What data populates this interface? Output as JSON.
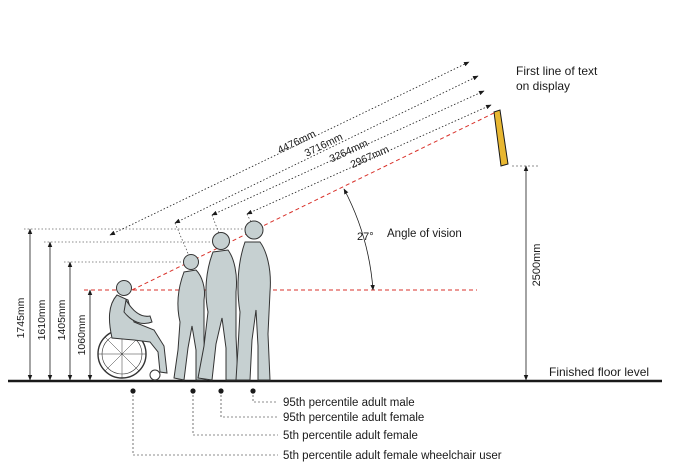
{
  "title_line1": "First line of text",
  "title_line2": "on display",
  "distances": [
    "4476mm",
    "3716mm",
    "3264mm",
    "2967mm"
  ],
  "angle_value": "27°",
  "angle_label": "Angle of vision",
  "height_display": "2500mm",
  "eye_heights": [
    "1745mm",
    "1610mm",
    "1405mm",
    "1060mm"
  ],
  "floor_label": "Finished floor level",
  "legend": [
    "95th percentile adult male",
    "95th percentile adult female",
    "5th percentile adult female",
    "5th percentile adult female wheelchair user"
  ],
  "colors": {
    "figure": "#c6d0d1",
    "figure_stroke": "#333333",
    "sign": "#e8b731",
    "sightline": "#d9322b",
    "ink": "#1a1a1a"
  }
}
